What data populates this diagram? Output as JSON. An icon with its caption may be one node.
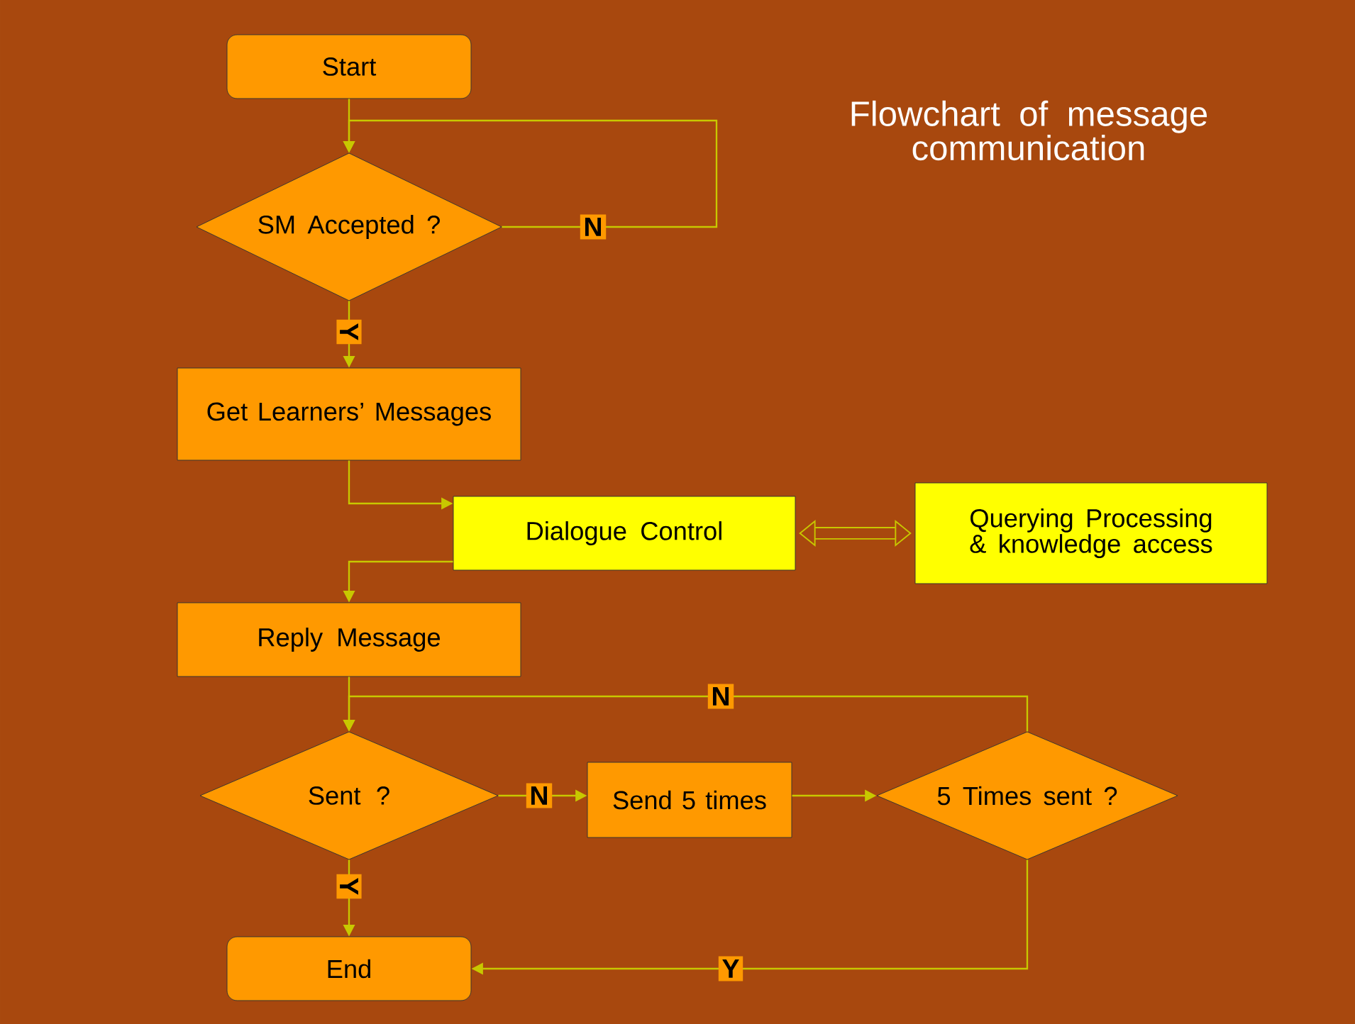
{
  "diagram": {
    "title": "Flowchart of message communication",
    "nodes": [
      {
        "text": [
          "Start"
        ]
      },
      {
        "text": [
          "SM Accepted ?"
        ]
      },
      {
        "text": [
          "Get Learners’ Messages"
        ]
      },
      {
        "text": [
          "Dialogue Control"
        ]
      },
      {
        "text": [
          "Querying Processing & knowledge access"
        ]
      },
      {
        "text": [
          "Reply Message"
        ]
      },
      {
        "text": [
          "Sent ?"
        ]
      },
      {
        "text": [
          "Send 5 times"
        ]
      },
      {
        "text": [
          "5 Times sent ?"
        ]
      },
      {
        "text": [
          "End"
        ]
      }
    ],
    "edges": [
      {
        "from": 0,
        "to": 1,
        "arrow": "to"
      },
      {
        "from": 1,
        "to": 1,
        "arrow": "to",
        "label": "N"
      },
      {
        "from": 1,
        "to": 2,
        "arrow": "to",
        "label": "Y"
      },
      {
        "from": 2,
        "to": 3,
        "arrow": "to"
      },
      {
        "from": 3,
        "to": 5,
        "arrow": "to"
      },
      {
        "from": 3,
        "to": 4,
        "arrow": "both",
        "style": "thick"
      },
      {
        "from": 5,
        "to": 6,
        "arrow": "to"
      },
      {
        "from": 6,
        "to": 7,
        "arrow": "to",
        "label": "N"
      },
      {
        "from": 7,
        "to": 8,
        "arrow": "to"
      },
      {
        "from": 8,
        "to": 6,
        "arrow": "to",
        "label": "N"
      },
      {
        "from": 6,
        "to": 9,
        "arrow": "to",
        "label": "Y"
      },
      {
        "from": 8,
        "to": 9,
        "arrow": "to",
        "label": "Y"
      }
    ]
  }
}
